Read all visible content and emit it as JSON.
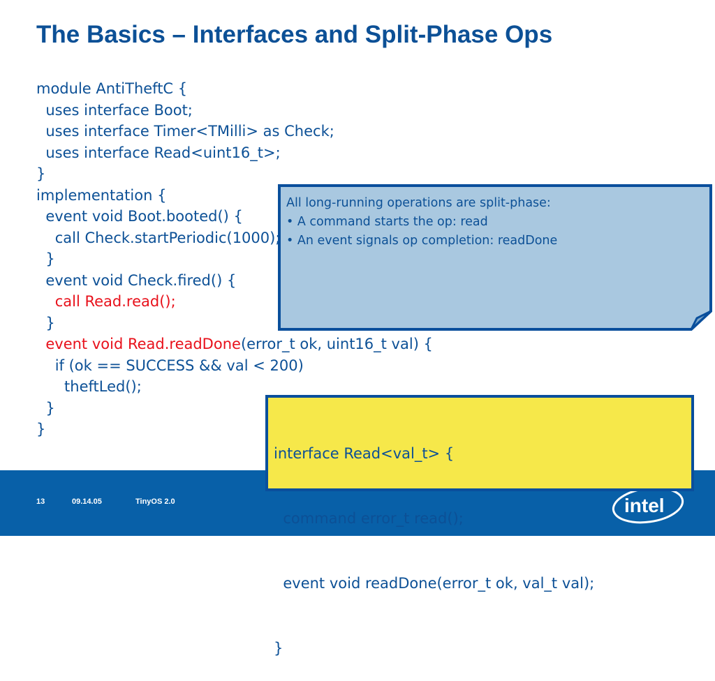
{
  "title": "The Basics – Interfaces and Split-Phase Ops",
  "code": [
    {
      "segments": [
        {
          "text": "module AntiTheftC {",
          "color": "blue"
        }
      ]
    },
    {
      "segments": [
        {
          "text": "  uses interface Boot;",
          "color": "blue"
        }
      ]
    },
    {
      "segments": [
        {
          "text": "  uses interface Timer<TMilli> as Check;",
          "color": "blue"
        }
      ]
    },
    {
      "segments": [
        {
          "text": "  uses interface Read<uint16_t>;",
          "color": "blue"
        }
      ]
    },
    {
      "segments": [
        {
          "text": "}",
          "color": "blue"
        }
      ]
    },
    {
      "segments": [
        {
          "text": "implementation {",
          "color": "blue"
        }
      ]
    },
    {
      "segments": [
        {
          "text": "  event void Boot.booted() {",
          "color": "blue"
        }
      ]
    },
    {
      "segments": [
        {
          "text": "    call Check.startPeriodic(1000);",
          "color": "blue"
        }
      ]
    },
    {
      "segments": [
        {
          "text": "  }",
          "color": "blue"
        }
      ]
    },
    {
      "segments": [
        {
          "text": "  event void Check.fired() {",
          "color": "blue"
        }
      ]
    },
    {
      "segments": [
        {
          "text": "    call Read.read();",
          "color": "red"
        }
      ]
    },
    {
      "segments": [
        {
          "text": "  }",
          "color": "blue"
        }
      ]
    },
    {
      "segments": [
        {
          "text": "  event void Read.readDone",
          "color": "red"
        },
        {
          "text": "(error_t ok, uint16_t val) {",
          "color": "blue"
        }
      ]
    },
    {
      "segments": [
        {
          "text": "    if (ok == SUCCESS && val < 200)",
          "color": "blue"
        }
      ]
    },
    {
      "segments": [
        {
          "text": "      theftLed();",
          "color": "blue"
        }
      ]
    },
    {
      "segments": [
        {
          "text": "  }",
          "color": "blue"
        }
      ]
    },
    {
      "segments": [
        {
          "text": "}",
          "color": "blue"
        }
      ]
    }
  ],
  "callout": {
    "lines": [
      "All long-running operations are split-phase:",
      "• A command starts the op: read",
      "• An event signals op completion: readDone"
    ]
  },
  "interface_box": {
    "lines": [
      "interface Read<val_t> {",
      "  command error_t read();",
      "  event void readDone(error_t ok, val_t val);",
      "}"
    ]
  },
  "footer": {
    "page_number": "13",
    "date": "09.14.05",
    "product": "TinyOS 2.0",
    "logo_text": "intel"
  },
  "colors": {
    "title_blue": "#0c5096",
    "code_red": "#e8111b",
    "footer_blue": "#0860a8",
    "callout_fill": "#a9c8e0",
    "yellow_fill": "#f6e84a"
  }
}
